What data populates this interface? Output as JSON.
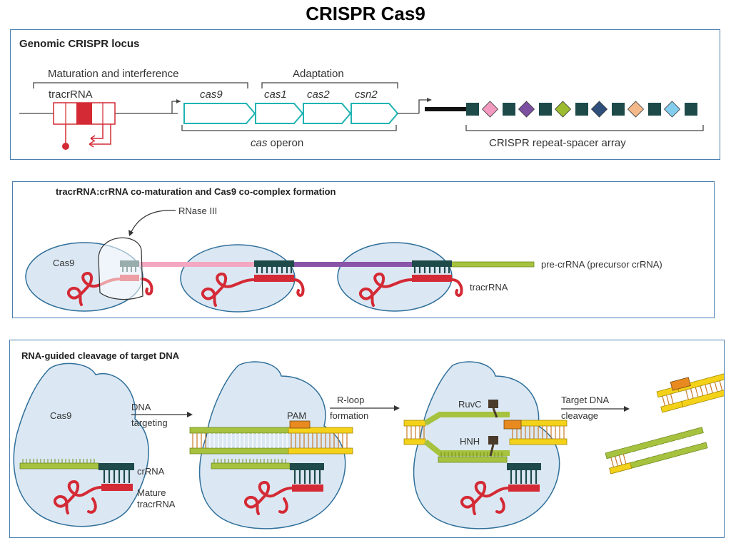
{
  "page_title": "CRISPR Cas9",
  "colors": {
    "panel_border": "#4a7fb0",
    "cas_outline": "#1fb3b3",
    "tracr_red": "#d42a35",
    "repeat_dark": "#1e4a4a",
    "cell_fill": "#dbe8f3",
    "cell_stroke": "#2f6f9a",
    "green": "#9db83a",
    "yellow": "#f5d21a",
    "orange": "#e88a20",
    "brown": "#5a4a3a"
  },
  "panel1": {
    "title": "Genomic CRISPR locus",
    "maturation_label": "Maturation and interference",
    "adaptation_label": "Adaptation",
    "tracrrna_label": "tracrRNA",
    "genes": [
      "cas9",
      "cas1",
      "cas2",
      "csn2"
    ],
    "operon_label_italic": "cas",
    "operon_label_rest": " operon",
    "array_label": "CRISPR repeat-spacer array",
    "spacer_colors": [
      "#f29ac0",
      "#7d4fa0",
      "#9dbb2e",
      "#2f4f7a",
      "#f3b98a",
      "#84cdef"
    ]
  },
  "panel2": {
    "title": "tracrRNA:crRNA co-maturation and Cas9 co-complex formation",
    "rnase_label": "RNase III",
    "cas9_label": "Cas9",
    "precrrna_label": "pre-crRNA (precursor crRNA)",
    "tracrrna_label": "tracrRNA"
  },
  "panel3": {
    "title": "RNA-guided cleavage of target DNA",
    "cas9_label": "Cas9",
    "step1_line1": "DNA",
    "step1_line2": "targeting",
    "crrna_label": "crRNA",
    "mature_line1": "Mature",
    "mature_line2": "tracrRNA",
    "pam_label": "PAM",
    "step2_line1": "R-loop",
    "step2_line2": "formation",
    "ruvc_label": "RuvC",
    "hnh_label": "HNH",
    "step3_line1": "Target DNA",
    "step3_line2": "cleavage"
  }
}
